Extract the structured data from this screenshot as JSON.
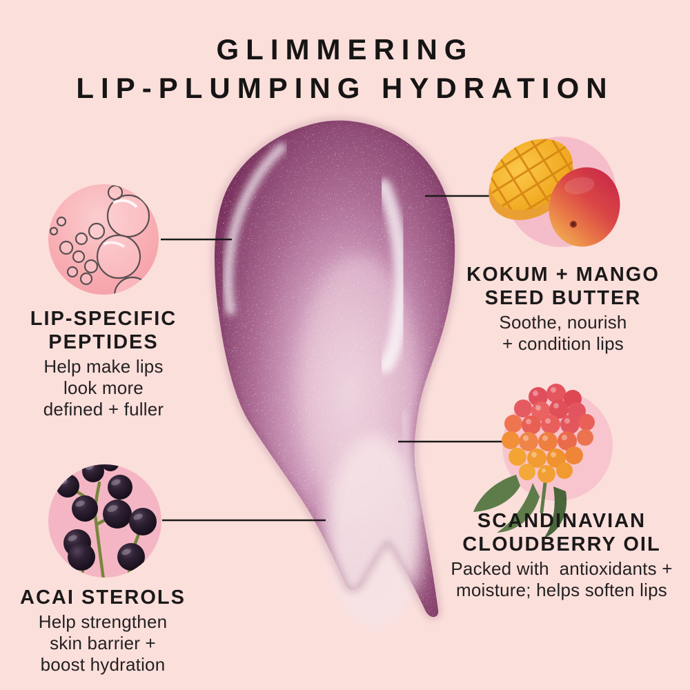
{
  "title": {
    "line1": "GLIMMERING",
    "line2": "LIP-PLUMPING HYDRATION"
  },
  "callouts": [
    {
      "name": "lip-specific-peptides",
      "icon": "oil-bubbles-icon",
      "heading_lines": [
        "LIP-SPECIFIC",
        "PEPTIDES"
      ],
      "body_lines": [
        "Help make lips",
        "look more",
        "defined + fuller"
      ]
    },
    {
      "name": "kokum-mango-seed-butter",
      "icon": "mango-icon",
      "heading_lines": [
        "KOKUM + MANGO",
        "SEED BUTTER"
      ],
      "body_lines": [
        "Soothe, nourish",
        "+ condition lips"
      ]
    },
    {
      "name": "scandinavian-cloudberry-oil",
      "icon": "cloudberry-icon",
      "heading_lines": [
        "SCANDINAVIAN",
        "CLOUDBERRY OIL"
      ],
      "body_lines": [
        "Packed with  antioxidants +",
        "moisture; helps soften lips"
      ]
    },
    {
      "name": "acai-sterols",
      "icon": "acai-berries-icon",
      "heading_lines": [
        "ACAI STEROLS"
      ],
      "body_lines": [
        "Help strengthen",
        "skin barrier +",
        "boost hydration"
      ]
    }
  ],
  "colors": {
    "background": "#fbdfdb",
    "text": "#1d1b1c",
    "connector_line": "#1a1a1a",
    "callout_circle_pink": "#f6bcc7",
    "swatch_dark_plum": "#7a3260",
    "swatch_light_pink": "#f2e0e6"
  }
}
